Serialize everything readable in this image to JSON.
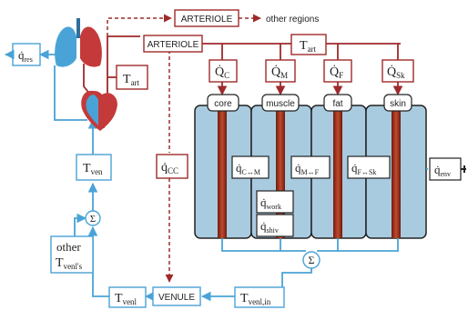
{
  "labels": {
    "arteriole_top": "ARTERIOLE",
    "arteriole_mid": "ARTERIOLE",
    "other_regions": "other regions",
    "venule": "VENULE",
    "core": "core",
    "muscle": "muscle",
    "fat": "fat",
    "skin": "skin",
    "other_text": "other"
  },
  "symbols": {
    "q_res": {
      "base": "q̇",
      "sub": "res"
    },
    "t_art_left": {
      "base": "T",
      "sub": "art"
    },
    "t_art_top": {
      "base": "T",
      "sub": "art"
    },
    "q_c": {
      "base": "Q̇",
      "sub": "C"
    },
    "q_m": {
      "base": "Q̇",
      "sub": "M"
    },
    "q_f": {
      "base": "Q̇",
      "sub": "F"
    },
    "q_sk": {
      "base": "Q̇",
      "sub": "Sk"
    },
    "q_cc": {
      "base": "q̇",
      "sub": "CC"
    },
    "q_cm": {
      "base": "q̇",
      "sub": "C↔M"
    },
    "q_mf": {
      "base": "q̇",
      "sub": "M↔F"
    },
    "q_fsk": {
      "base": "q̇",
      "sub": "F↔Sk"
    },
    "q_env": {
      "base": "q̇",
      "sub": "env"
    },
    "q_work": {
      "base": "q̇",
      "sub": "work"
    },
    "q_shiv": {
      "base": "q̇",
      "sub": "shiv"
    },
    "t_ven": {
      "base": "T",
      "sub": "ven"
    },
    "t_venl_s": {
      "base": "T",
      "sub": "venl's"
    },
    "t_venl": {
      "base": "T",
      "sub": "venl"
    },
    "t_venl_in": {
      "base": "T",
      "sub": "venl,in"
    },
    "sigma_left": "Σ",
    "sigma_right": "Σ"
  },
  "colors": {
    "artery": "#9e2a2b",
    "vein": "#4aa3d6",
    "tissue": "#a9cbe0",
    "vessel": "#a23a22"
  }
}
